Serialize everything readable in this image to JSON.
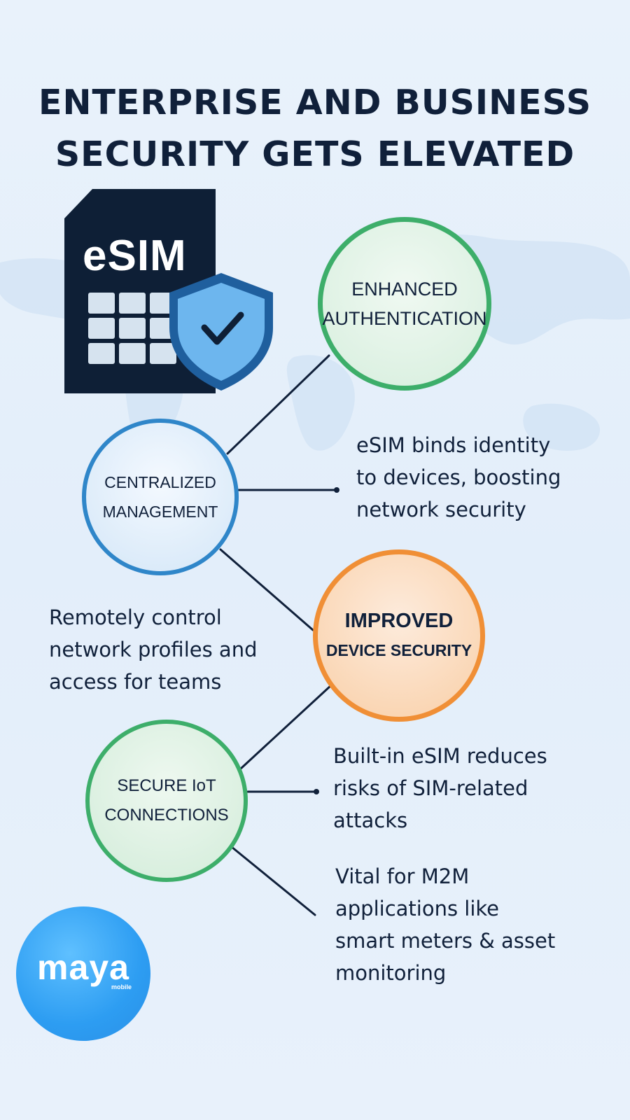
{
  "title": {
    "line1": "ENTERPRISE AND BUSINESS",
    "line2": "SECURITY GETS ELEVATED"
  },
  "esim_card": {
    "label": "eSIM",
    "icon": "shield-check-icon",
    "card_color": "#0e1f36",
    "shield_color": "#5aa9e6"
  },
  "nodes": {
    "enhanced_authentication": {
      "line1": "ENHANCED",
      "line2": "AUTHENTICATION",
      "border_color": "#3dae6a"
    },
    "centralized_management": {
      "line1": "CENTRALIZED",
      "line2": "MANAGEMENT",
      "border_color": "#2f86c9"
    },
    "improved_device_security": {
      "line1": "IMPROVED",
      "line2": "DEVICE SECURITY",
      "border_color": "#f08f36"
    },
    "secure_iot_connections": {
      "line1": "SECURE IoT",
      "line2": "CONNECTIONS",
      "border_color": "#3dae6a"
    }
  },
  "descriptions": {
    "identity": [
      "eSIM binds identity",
      "to devices, boosting",
      "network security"
    ],
    "remote_control": [
      "Remotely control",
      "network profiles and",
      "access for teams"
    ],
    "sim_attacks": [
      "Built-in eSIM reduces",
      "risks of SIM-related",
      "attacks"
    ],
    "m2m": [
      "Vital for M2M",
      "applications like",
      "smart meters & asset",
      "monitoring"
    ]
  },
  "logo": {
    "word": "maya",
    "sub": "mobile",
    "color": "#2d9df2"
  }
}
